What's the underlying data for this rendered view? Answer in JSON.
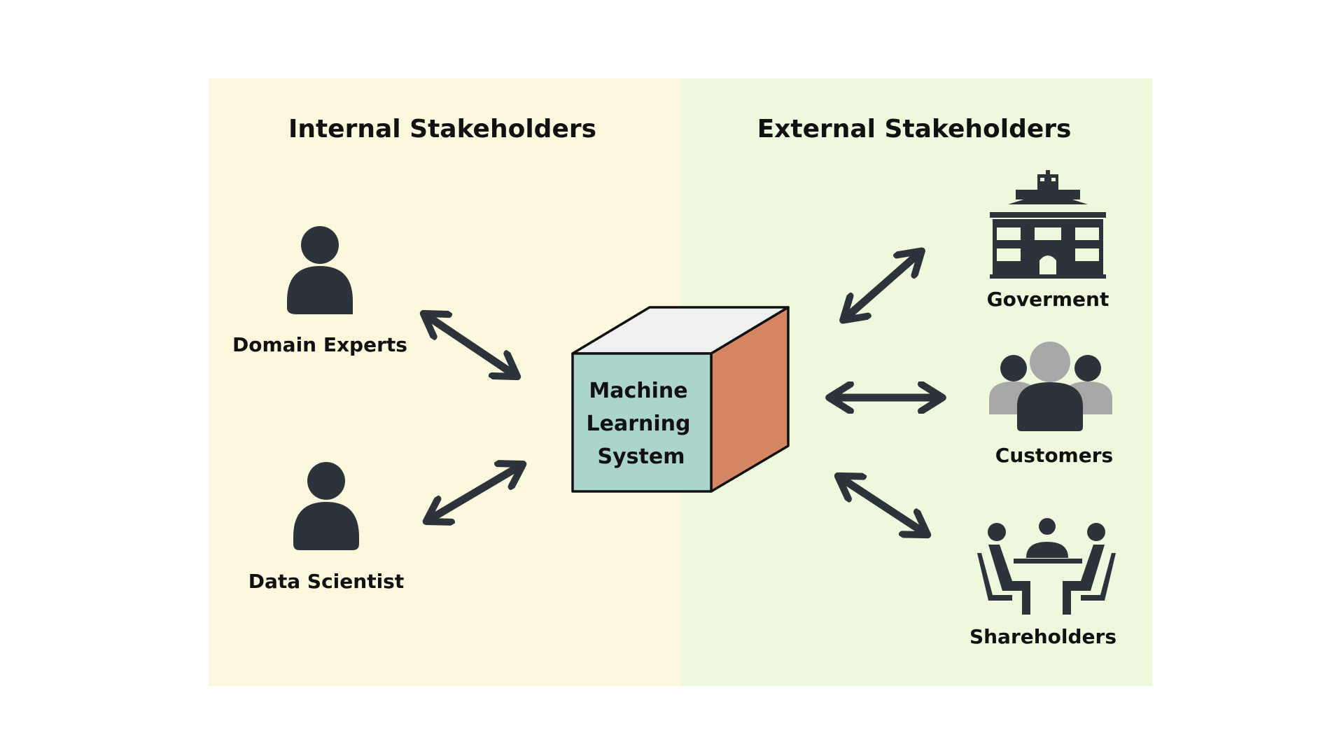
{
  "internal": {
    "title": "Internal Stakeholders",
    "domain_experts": "Domain Experts",
    "data_scientist": "Data Scientist"
  },
  "external": {
    "title": "External Stakeholders",
    "government": "Goverment",
    "customers": "Customers",
    "shareholders": "Shareholders"
  },
  "system": {
    "line1": "Machine",
    "line2": "Learning",
    "line3": "System"
  },
  "icons": [
    "person-icon",
    "government-building-icon",
    "customers-group-icon",
    "shareholders-meeting-icon"
  ],
  "colors": {
    "internal_bg": "#fbf8dd",
    "external_bg": "#eef8dc",
    "arrow": "#2d333b",
    "icon": "#2d333b",
    "cube_front": "#aad4cc",
    "cube_top": "#eef0f2",
    "cube_side": "#d48762"
  }
}
